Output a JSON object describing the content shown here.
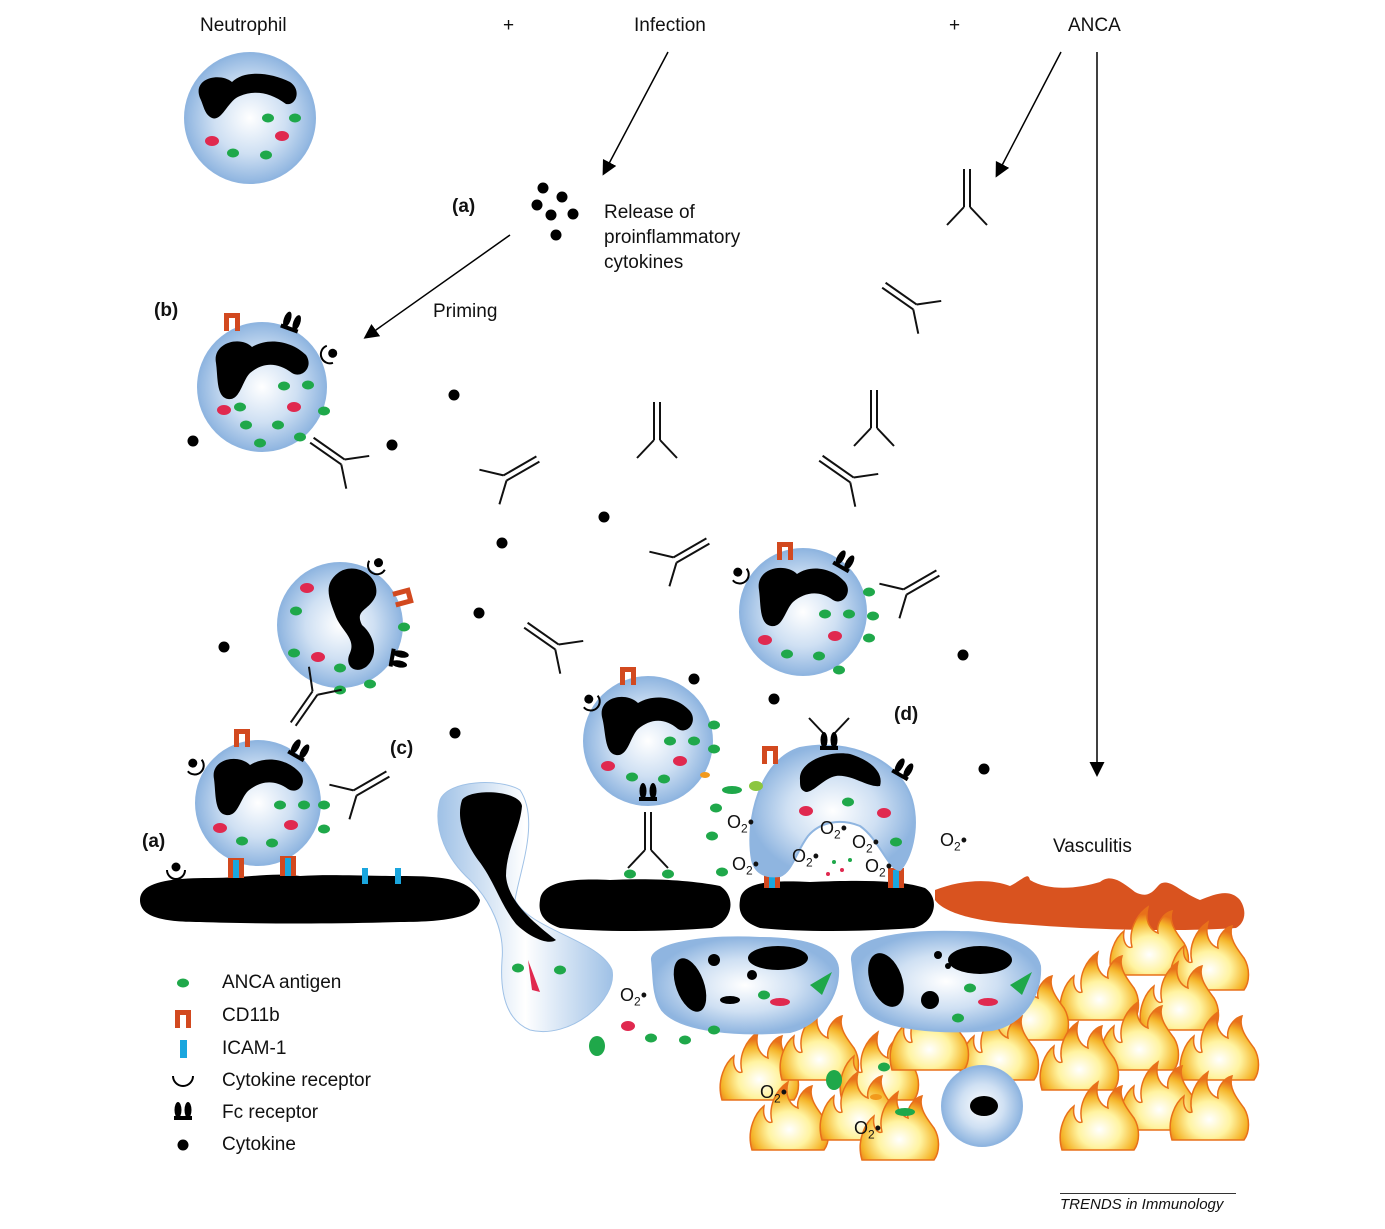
{
  "header": {
    "neutrophil": "Neutrophil",
    "plus1": "+",
    "infection": "Infection",
    "plus2": "+",
    "anca": "ANCA"
  },
  "steps": {
    "a_top": "(a)",
    "a_bottom": "(a)",
    "b": "(b)",
    "c": "(c)",
    "d": "(d)"
  },
  "annotations": {
    "release_line1": "Release of",
    "release_line2": "proinflammatory",
    "release_line3": "cytokines",
    "priming": "Priming",
    "vasculitis": "Vasculitis",
    "o2": "O",
    "o2_sub": "2",
    "o2_dot": "•"
  },
  "legend": [
    {
      "icon": "anca-antigen-icon",
      "label": "ANCA antigen"
    },
    {
      "icon": "cd11b-icon",
      "label": "CD11b"
    },
    {
      "icon": "icam-1-icon",
      "label": "ICAM-1"
    },
    {
      "icon": "cytokine-receptor-icon",
      "label": "Cytokine receptor"
    },
    {
      "icon": "fc-receptor-icon",
      "label": "Fc receptor"
    },
    {
      "icon": "cytokine-icon",
      "label": "Cytokine"
    }
  ],
  "footer": "TRENDS in Immunology",
  "colors": {
    "cell_fill": "#9fc1e6",
    "nucleus": "#000000",
    "anca_antigen": "#1fa84a",
    "granule_red": "#e0294f",
    "cd11b": "#d2491f",
    "icam1": "#1aa6de",
    "vessel_damage": "#d9531f",
    "flame_outer": "#f29a1d",
    "flame_inner": "#fff7b0"
  }
}
